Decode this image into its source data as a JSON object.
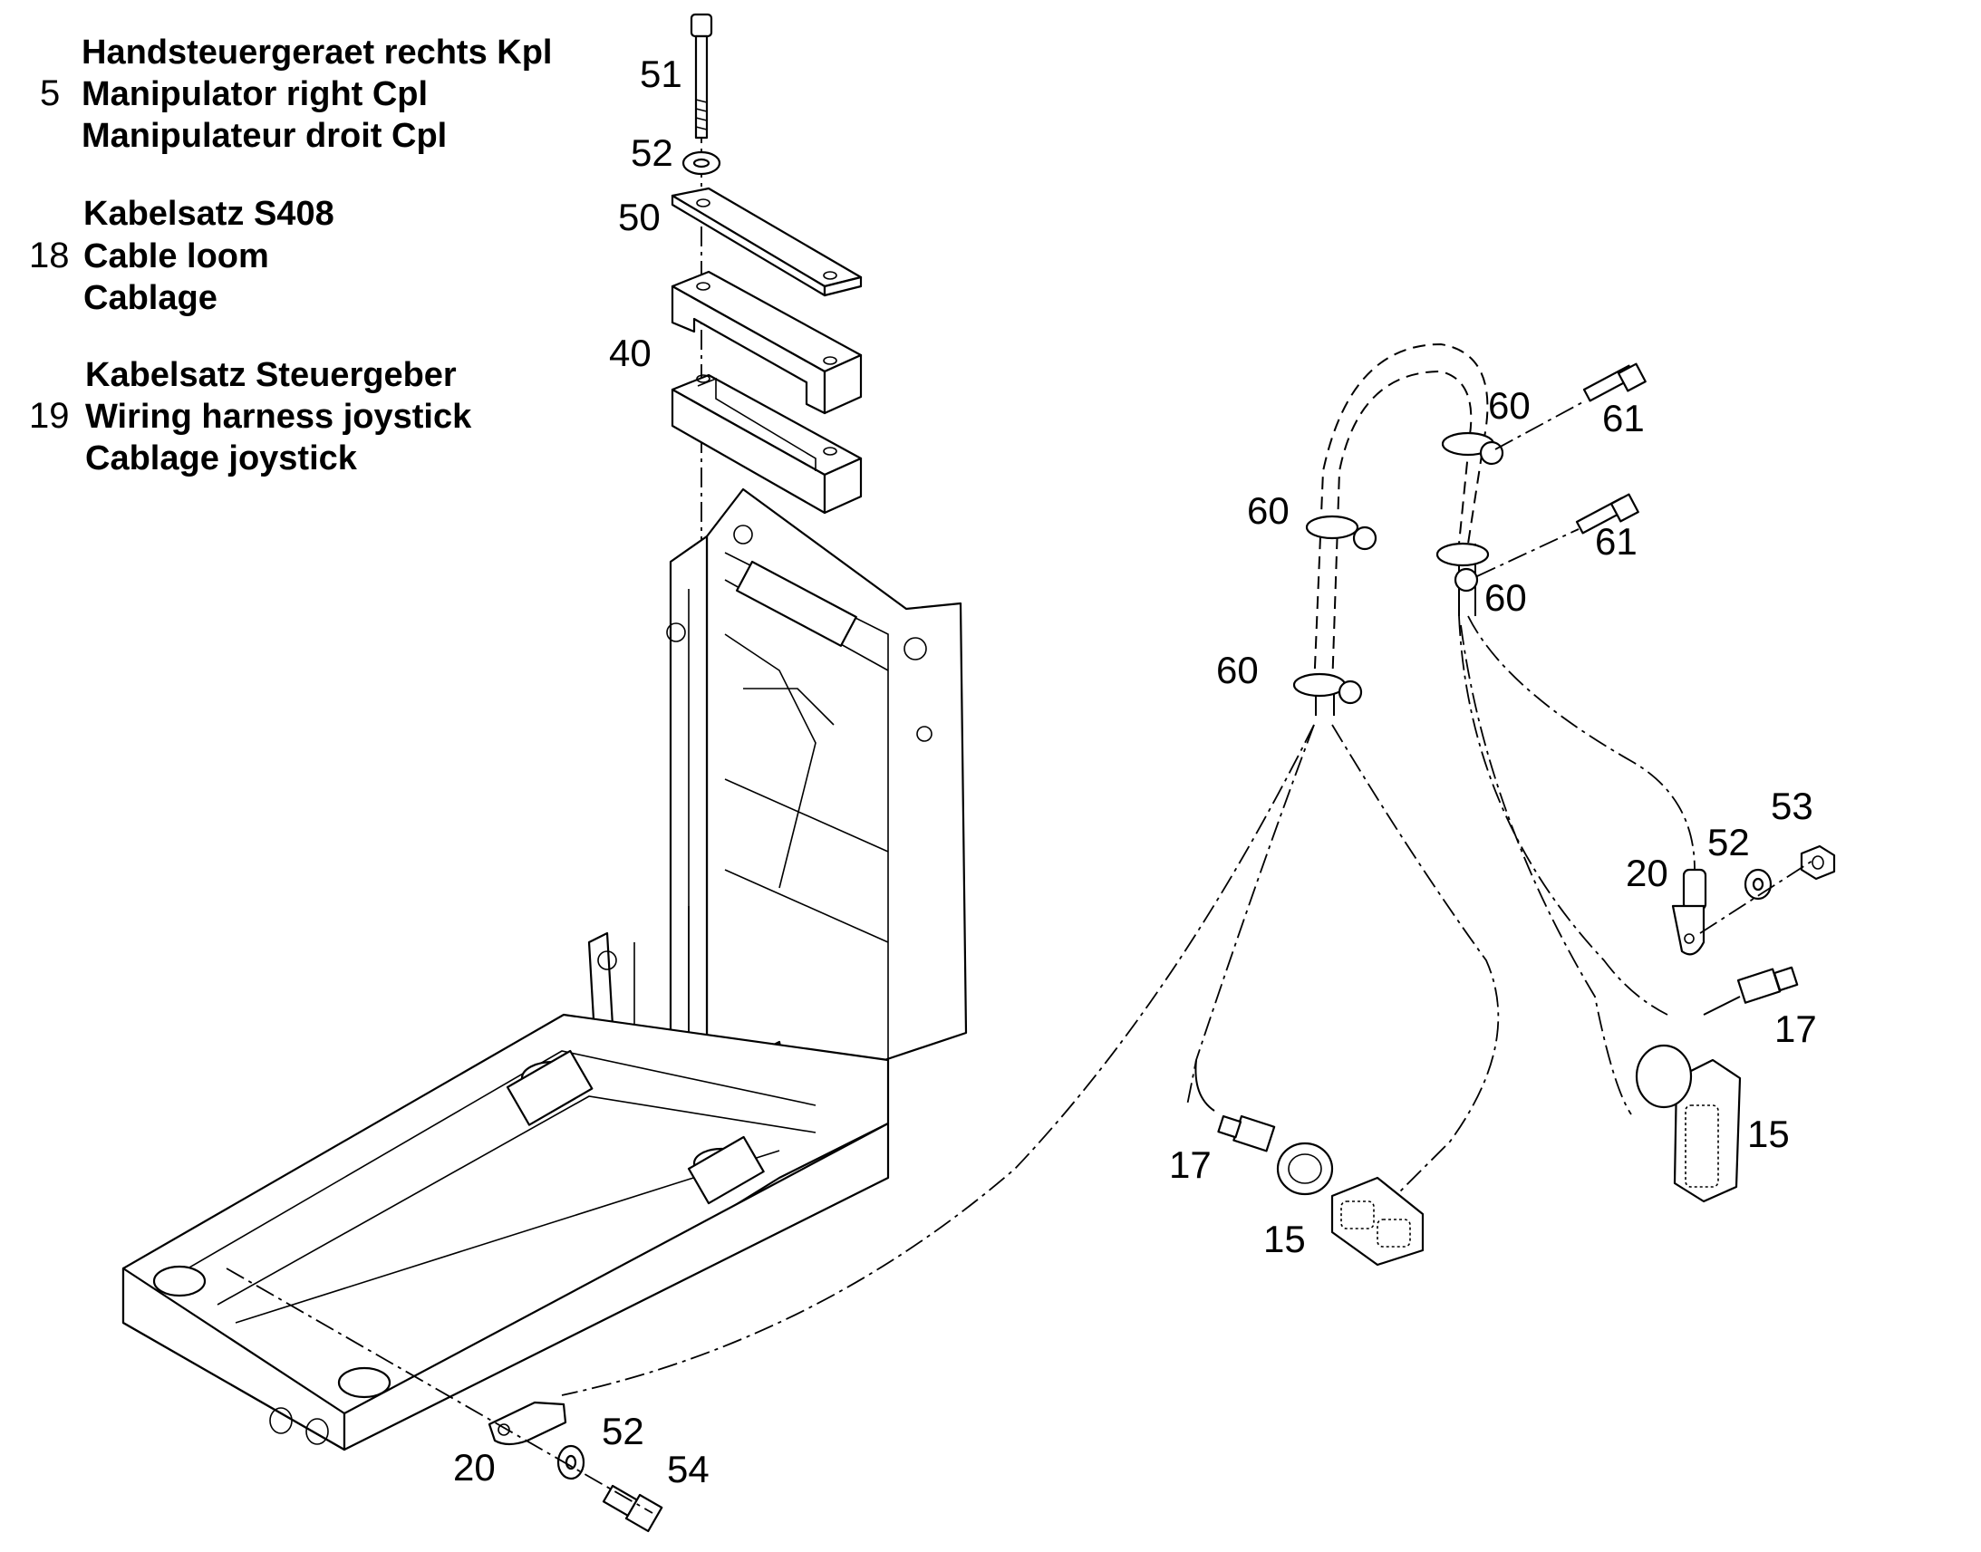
{
  "legend": [
    {
      "number": "5",
      "lines": [
        "Handsteuergeraet rechts Kpl",
        "Manipulator right Cpl",
        "Manipulateur droit Cpl"
      ]
    },
    {
      "number": "18",
      "lines": [
        "Kabelsatz S408",
        "Cable loom",
        "Cablage"
      ]
    },
    {
      "number": "19",
      "lines": [
        "Kabelsatz Steuergeber",
        "Wiring harness joystick",
        "Cablage joystick"
      ]
    }
  ],
  "callouts": {
    "c51": "51",
    "c52_top": "52",
    "c50": "50",
    "c40": "40",
    "c60_a": "60",
    "c61_a": "61",
    "c60_b": "60",
    "c61_b": "61",
    "c60_c": "60",
    "c60_d": "60",
    "c53": "53",
    "c52_right": "52",
    "c20_right": "20",
    "c17_right": "17",
    "c15_right": "15",
    "c17_left": "17",
    "c15_left": "15",
    "c20_bottom": "20",
    "c52_bottom": "52",
    "c54": "54"
  },
  "parts": [
    {
      "id": "51",
      "icon": "socket-head-screw-icon"
    },
    {
      "id": "52",
      "icon": "washer-icon"
    },
    {
      "id": "50",
      "icon": "clamp-plate-icon"
    },
    {
      "id": "40",
      "icon": "spacer-block-icon"
    },
    {
      "id": "60",
      "icon": "cable-clamp-icon"
    },
    {
      "id": "61",
      "icon": "bolt-icon"
    },
    {
      "id": "53",
      "icon": "hex-nut-icon"
    },
    {
      "id": "20",
      "icon": "ring-terminal-icon"
    },
    {
      "id": "17",
      "icon": "connector-icon"
    },
    {
      "id": "15",
      "icon": "multi-pin-plug-icon"
    },
    {
      "id": "54",
      "icon": "socket-head-screw-icon"
    }
  ]
}
